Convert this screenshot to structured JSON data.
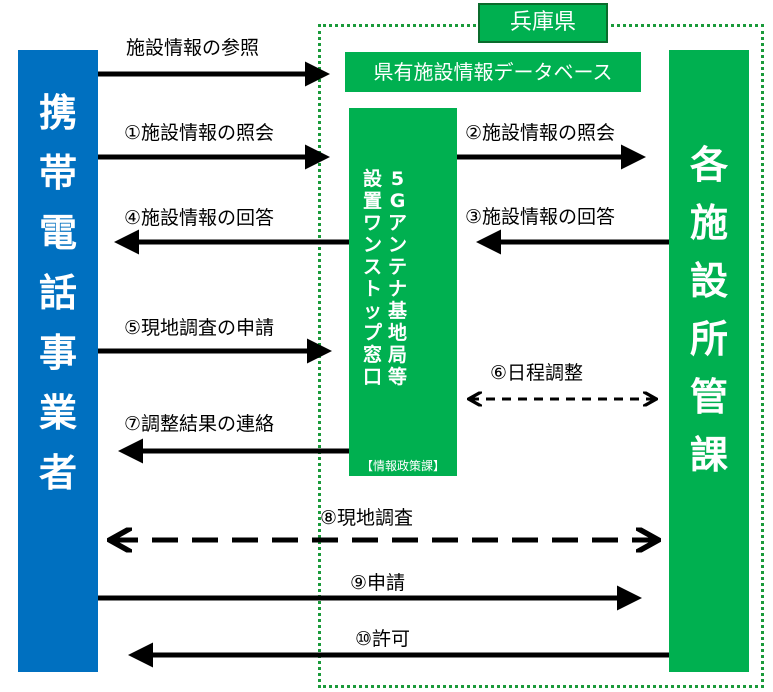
{
  "prefecture": {
    "label": "兵庫県"
  },
  "database": {
    "label": "県有施設情報データベース"
  },
  "carrier": {
    "label": "携帯電話事業者",
    "chars": [
      "携",
      "帯",
      "電",
      "話",
      "事",
      "業",
      "者"
    ]
  },
  "facility": {
    "label": "各施設所管課",
    "chars": [
      "各",
      "施",
      "設",
      "所",
      "管",
      "課"
    ]
  },
  "window": {
    "label": "5Gアンテナ基地局等設置ワンストップ窓口",
    "col1": [
      "5",
      "G",
      "ア",
      "ン",
      "テ",
      "ナ",
      "基",
      "地",
      "局",
      "等"
    ],
    "col2": [
      "設",
      "置",
      "ワ",
      "ン",
      "ス",
      "ト",
      "ッ",
      "プ",
      "窓",
      "口"
    ],
    "department": "【情報政策課】"
  },
  "flows": {
    "ref": "施設情報の参照",
    "s1": "①施設情報の照会",
    "s2": "②施設情報の照会",
    "s3": "③施設情報の回答",
    "s4": "④施設情報の回答",
    "s5": "⑤現地調査の申請",
    "s6": "⑥日程調整",
    "s7": "⑦調整結果の連絡",
    "s8": "⑧現地調査",
    "s9": "⑨申請",
    "s10": "⑩許可"
  }
}
